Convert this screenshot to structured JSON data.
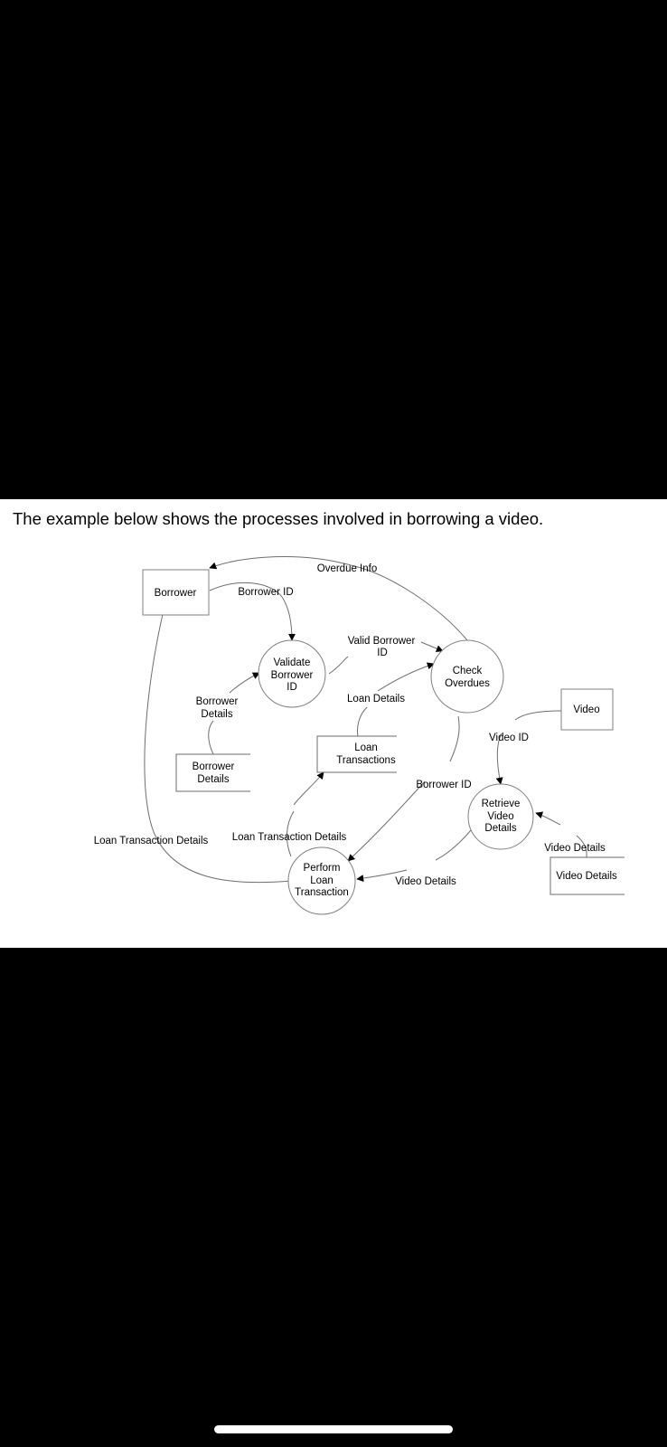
{
  "intro_text": "The example below shows the processes involved in borrowing a video.",
  "entities": {
    "borrower": "Borrower",
    "video": "Video"
  },
  "processes": {
    "validate_borrower_id": [
      "Validate",
      "Borrower",
      "ID"
    ],
    "check_overdues": [
      "Check",
      "Overdues"
    ],
    "retrieve_video_details": [
      "Retrieve",
      "Video",
      "Details"
    ],
    "perform_loan_transaction": [
      "Perform",
      "Loan",
      "Transaction"
    ]
  },
  "data_stores": {
    "borrower_details": [
      "Borrower",
      "Details"
    ],
    "loan_transactions": [
      "Loan",
      "Transactions"
    ],
    "video_details": "Video Details"
  },
  "flows": {
    "overdue_info": "Overdue Info",
    "borrower_id_1": "Borrower ID",
    "valid_borrower_id": [
      "Valid Borrower",
      "ID"
    ],
    "borrower_details": [
      "Borrower",
      "Details"
    ],
    "loan_details": "Loan Details",
    "video_id": "Video ID",
    "borrower_id_2": "Borrower ID",
    "loan_transaction_details_1": "Loan Transaction Details",
    "loan_transaction_details_2": "Loan Transaction Details",
    "video_details_1": "Video Details",
    "video_details_2": "Video Details"
  },
  "colors": {
    "background": "#000000",
    "content_background": "#ffffff",
    "shape_stroke": "#808080",
    "flow_stroke": "#6e6e6e",
    "text": "#000000"
  }
}
